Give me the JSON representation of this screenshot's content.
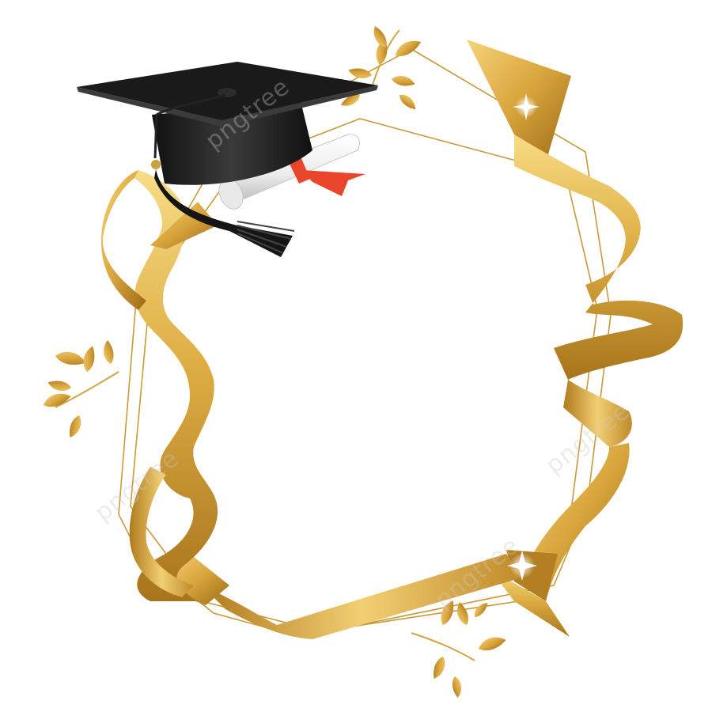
{
  "image": {
    "subject": "graduation-frame",
    "watermarks": [
      "pngtree",
      "pngtree",
      "pngtree",
      "pngtree"
    ]
  },
  "colors": {
    "background": "#ffffff",
    "gold_light": "#f7dc86",
    "gold_mid": "#deae44",
    "gold_dark": "#a8741c",
    "frame_line": "#c99a3a",
    "cap_black": "#1a1a1a",
    "cap_highlight": "#3b3b3b",
    "scroll_white": "#f3f3f3",
    "ribbon_red": "#e8452b"
  },
  "icons": [
    "graduation-cap-icon",
    "diploma-scroll-icon",
    "leaf-branch-icon"
  ]
}
